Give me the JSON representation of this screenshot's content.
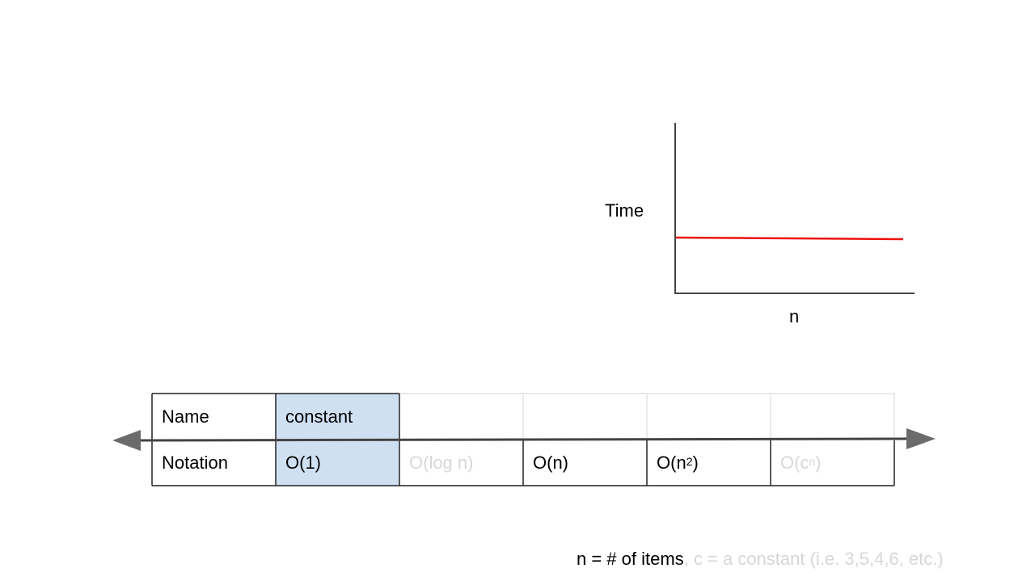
{
  "graph": {
    "y_label": "Time",
    "x_label": "n",
    "line_color": "#ee1111",
    "axis_color": "#444444"
  },
  "table": {
    "rows": [
      {
        "header": "Name",
        "cells": [
          {
            "text": "constant",
            "highlight": true,
            "faded": false
          },
          {
            "text": "",
            "highlight": false,
            "faded": true
          },
          {
            "text": "",
            "highlight": false,
            "faded": true
          },
          {
            "text": "",
            "highlight": false,
            "faded": true
          },
          {
            "text": "",
            "highlight": false,
            "faded": true
          }
        ]
      },
      {
        "header": "Notation",
        "cells": [
          {
            "text": "O(1)",
            "highlight": true,
            "faded": false
          },
          {
            "text": "O(log n)",
            "highlight": false,
            "faded": true
          },
          {
            "text": "O(n)",
            "highlight": false,
            "faded": false
          },
          {
            "text": "O(n",
            "sup": "2",
            "tail": ")",
            "highlight": false,
            "faded": false
          },
          {
            "text": "O(c",
            "sup": "n",
            "tail": ")",
            "highlight": false,
            "faded": true
          }
        ]
      }
    ],
    "highlight_color": "#cfe0f3",
    "faded_color": "#d7d7d7"
  },
  "footnote": {
    "main": "n = # of items",
    "faded": ", c = a constant (i.e. 3,5,4,6, etc.)"
  }
}
